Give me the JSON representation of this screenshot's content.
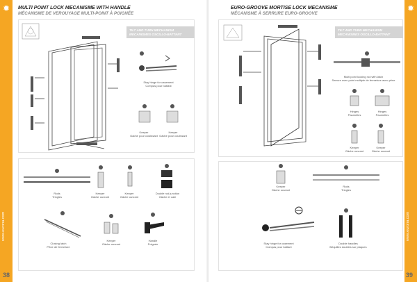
{
  "left": {
    "title": "MULTI POINT LOCK MECANISME WITH HANDLE",
    "subtitle": "MÉCANISME DE VEROUYAGE MULTI-POINT À POIGNÉE",
    "panel_title": "TILT AND TURN MECHANISM\nMECANISMES OSCILLO-BATTANT",
    "parts": {
      "hinge": "Stay hinge for casement\nCompas pour battant",
      "keeper1": "Keeper\nGâche pour coulissant",
      "keeper2": "Keeper\nGâche pour coulissant",
      "rods": "Rods\nTringles",
      "keeper3": "Keeper\nGâche ouvrant",
      "keeper4": "Keeper\nGâche ouvrant",
      "double_rod": "Double rod junction\nGâche et cale",
      "closing_latch": "Closing latch\nPêne de fermeture",
      "keeper5": "Keeper\nGâche ouvrant",
      "handle": "Handle\nPoignée"
    },
    "website": "www.eurona.com",
    "page_number": "38"
  },
  "right": {
    "title": "EURO-GROOVE MORTISE LOCK MECANISME",
    "subtitle": "MÉCANISME À SERRURE EURO-GROOVE",
    "panel_title": "TILT AND TURN MECHANISM\nMECANISMES OSCILLO-BATTANT",
    "parts": {
      "multipoint": "Multi point locking rod with latch\nSerrure avec point multiple de fermeture avec pêne",
      "hinge_a": "Hinges\nPaumelles",
      "hinge_b": "Hinges\nPaumelles",
      "keeper_a": "Keeper\nGâche ouvrant",
      "keeper_b": "Keeper\nGâche ouvrant",
      "keeper_c": "Keeper\nGâche ouvrant",
      "rods": "Rods\nTringles",
      "stay_hinge": "Stay hinge for casement\nCompas pour battant",
      "double_handles": "Double handles\nBéquilles doubles sur plaques"
    },
    "website": "www.eurona.com",
    "page_number": "39"
  },
  "colors": {
    "accent": "#f5a623",
    "panel_gray": "#d4d4d4"
  }
}
